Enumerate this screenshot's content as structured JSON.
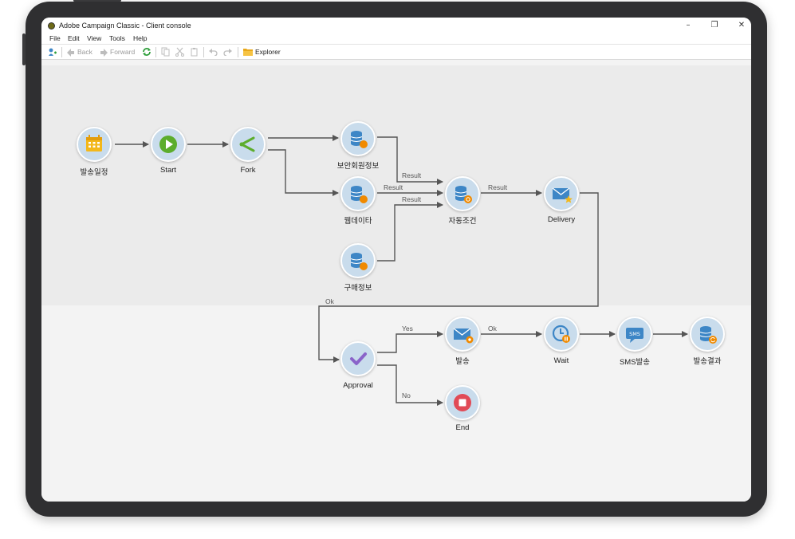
{
  "window": {
    "title": "Adobe Campaign Classic - Client console",
    "controls": [
      "–",
      "❐",
      "✕"
    ]
  },
  "menu": [
    "File",
    "Edit",
    "View",
    "Tools",
    "Help"
  ],
  "toolbar": {
    "back": "Back",
    "forward": "Forward",
    "explorer": "Explorer"
  },
  "nodes": {
    "scheduler": "발송일정",
    "start": "Start",
    "fork": "Fork",
    "q1": "보안회원정보",
    "q2": "웹데이타",
    "q3": "구매정보",
    "union": "자동조건",
    "delivery": "Delivery",
    "approval": "Approval",
    "send": "발송",
    "end": "End",
    "wait": "Wait",
    "sms": "SMS발송",
    "result": "발송결과"
  },
  "transitions": {
    "r1": "Result",
    "r2": "Result",
    "r3": "Result",
    "r4": "Result",
    "ok1": "Ok",
    "yes": "Yes",
    "no": "No",
    "ok2": "Ok"
  },
  "colors": {
    "node_fill": "#c9dcec",
    "link": "#555555",
    "db_blue": "#3d86c6",
    "db_orange": "#f08a00",
    "check_purple": "#8a63c9",
    "start_green": "#5cad2c",
    "end_red": "#e14b56",
    "calendar_yellow": "#f3b81b"
  }
}
